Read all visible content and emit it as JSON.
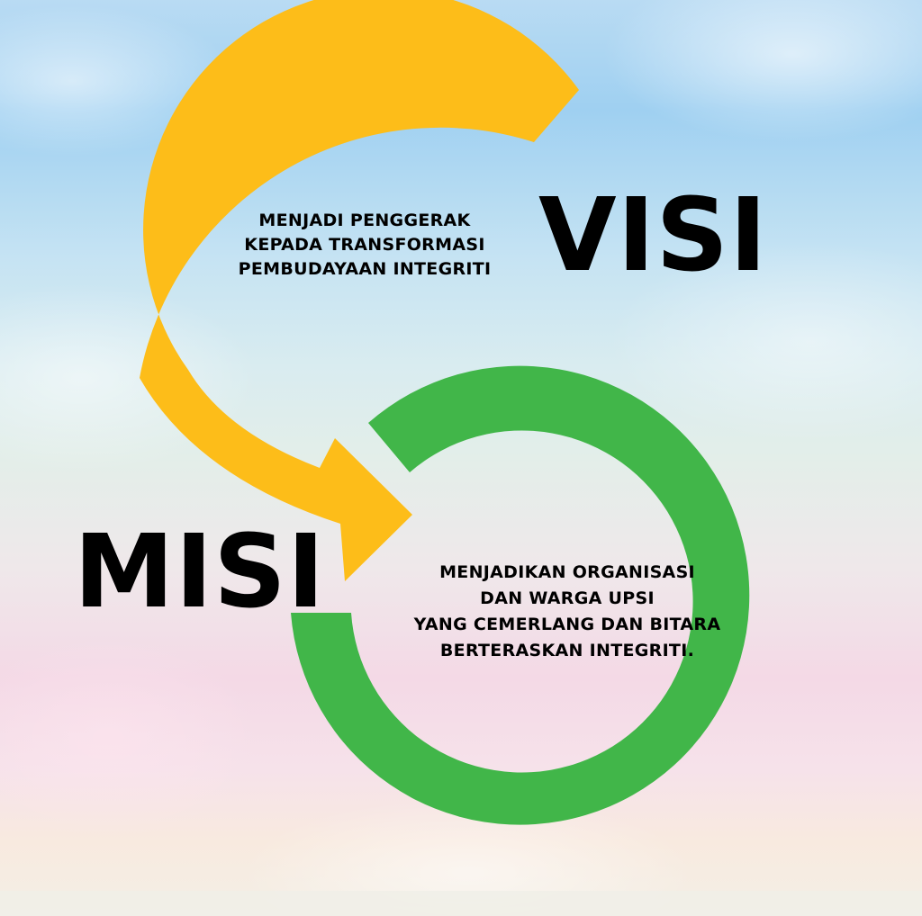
{
  "colors": {
    "vision_ring": "#FDBD19",
    "mission_ring": "#41B649",
    "text": "#000000"
  },
  "vision": {
    "title": "VISI",
    "lines": [
      "MENJADI PENGGERAK",
      "KEPADA TRANSFORMASI",
      "PEMBUDAYAAN INTEGRITI"
    ]
  },
  "mission": {
    "title": "MISI",
    "lines": [
      "MENJADIKAN ORGANISASI",
      "DAN WARGA UPSI",
      "YANG CEMERLANG DAN BITARA",
      "BERTERASKAN INTEGRITI."
    ]
  }
}
